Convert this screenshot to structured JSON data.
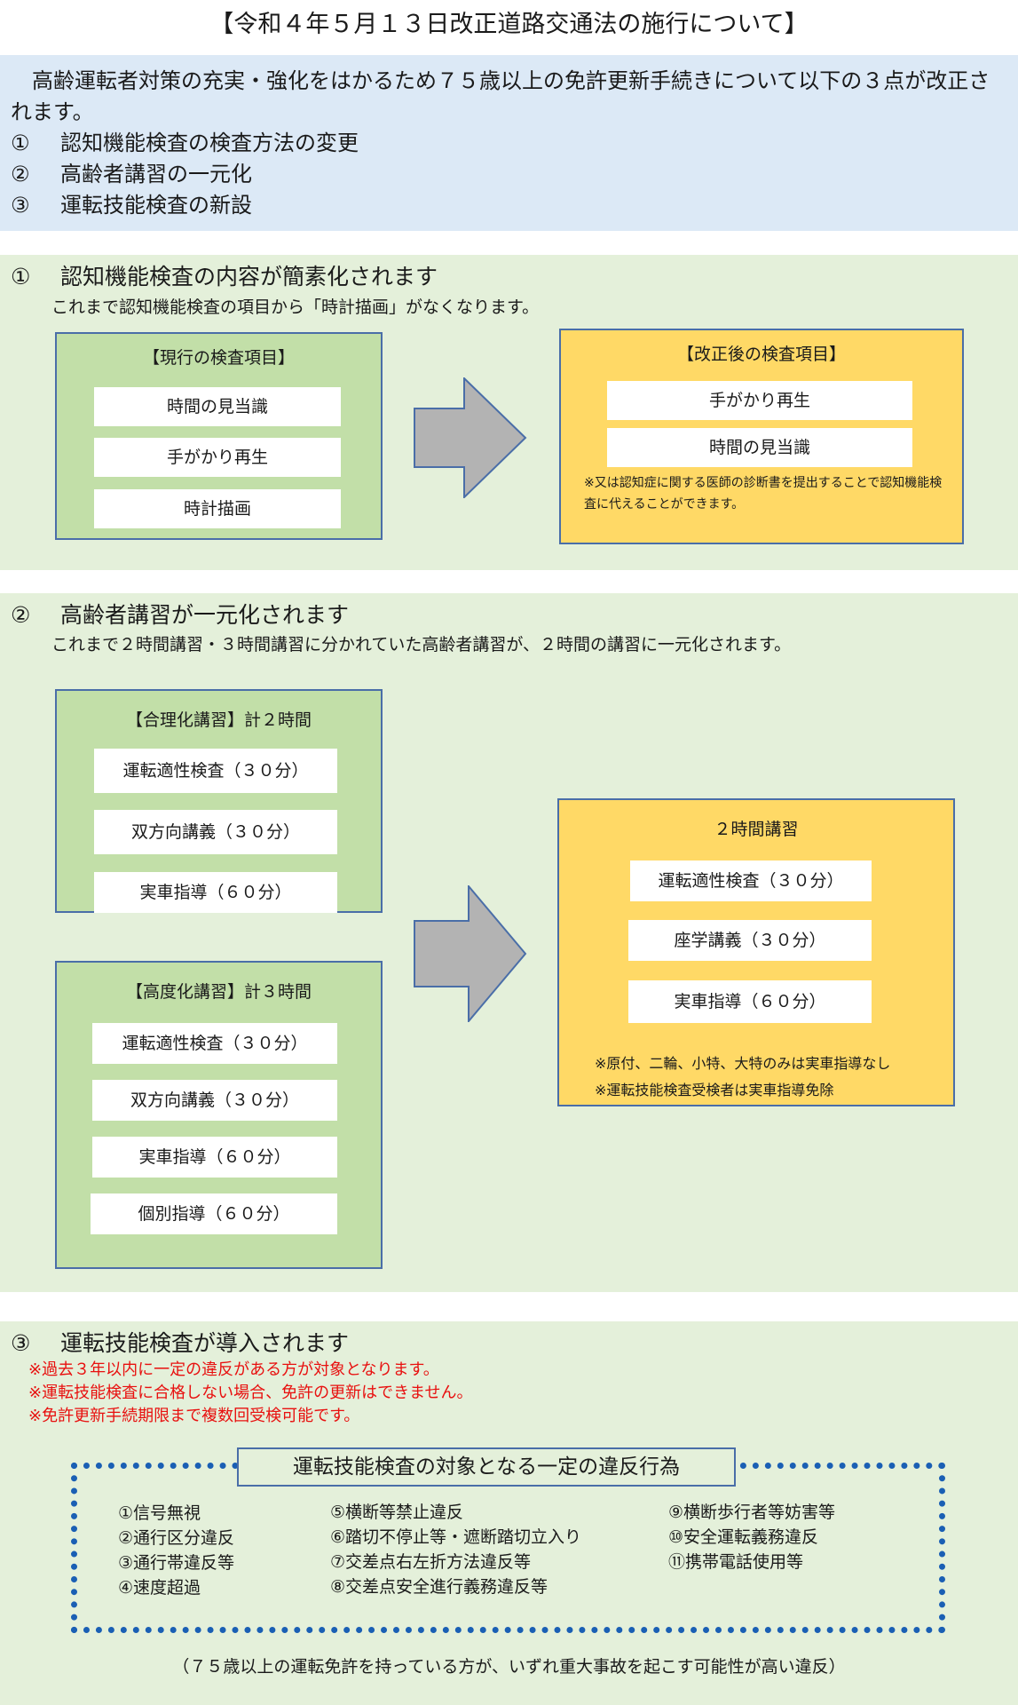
{
  "title": "【令和４年５月１３日改正道路交通法の施行について】",
  "intro": {
    "lead": "高齢運転者対策の充実・強化をはかるため７５歳以上の免許更新手続きについて以下の３点が改正されます。",
    "items": [
      {
        "num": "①",
        "text": "認知機能検査の検査方法の変更"
      },
      {
        "num": "②",
        "text": "高齢者講習の一元化"
      },
      {
        "num": "③",
        "text": "運転技能検査の新設"
      }
    ]
  },
  "section1": {
    "num": "①",
    "heading": "認知機能検査の内容が簡素化されます",
    "sub": "これまで認知機能検査の項目から「時計描画」がなくなります。",
    "current": {
      "title": "【現行の検査項目】",
      "items": [
        "時間の見当識",
        "手がかり再生",
        "時計描画"
      ]
    },
    "revised": {
      "title": "【改正後の検査項目】",
      "items": [
        "手がかり再生",
        "時間の見当識"
      ],
      "note": "※又は認知症に関する医師の診断書を提出することで認知機能検査に代えることができます。"
    }
  },
  "section2": {
    "num": "②",
    "heading": "高齢者講習が一元化されます",
    "sub": "これまで２時間講習・３時間講習に分かれていた高齢者講習が、２時間の講習に一元化されます。",
    "rational": {
      "title": "【合理化講習】計２時間",
      "items": [
        "運転適性検査（３０分）",
        "双方向講義（３０分）",
        "実車指導（６０分）"
      ]
    },
    "advanced": {
      "title": "【高度化講習】計３時間",
      "items": [
        "運転適性検査（３０分）",
        "双方向講義（３０分）",
        "実車指導（６０分）",
        "個別指導（６０分）"
      ]
    },
    "unified": {
      "title": "２時間講習",
      "items": [
        "運転適性検査（３０分）",
        "座学講義（３０分）",
        "実車指導（６０分）"
      ],
      "notes": [
        "※原付、二輪、小特、大特のみは実車指導なし",
        "※運転技能検査受検者は実車指導免除"
      ]
    }
  },
  "section3": {
    "num": "③",
    "heading": "運転技能検査が導入されます",
    "notes": [
      "※過去３年以内に一定の違反がある方が対象となります。",
      "※運転技能検査に合格しない場合、免許の更新はできません。",
      "※免許更新手続期限まで複数回受検可能です。"
    ],
    "violations_title": "運転技能検査の対象となる一定の違反行為",
    "violations_col1": [
      "①信号無視",
      "②通行区分違反",
      "③通行帯違反等",
      "④速度超過"
    ],
    "violations_col2": [
      "⑤横断等禁止違反",
      "⑥踏切不停止等・遮断踏切立入り",
      "⑦交差点右左折方法違反等",
      "⑧交差点安全進行義務違反等"
    ],
    "violations_col3": [
      "⑨横断歩行者等妨害等",
      "⑩安全運転義務違反",
      "⑪携帯電話使用等"
    ],
    "footnote": "（７５歳以上の運転免許を持っている方が、いずれ重大事故を起こす可能性が高い違反）"
  },
  "colors": {
    "intro_bg": "#dce9f6",
    "section_bg": "#e4f0da",
    "green_box": "#c2dfa8",
    "yellow_box": "#ffd966",
    "arrow": "#b3b3b3",
    "red_text": "#e8100f",
    "dotted_border": "#1a5fb4"
  }
}
